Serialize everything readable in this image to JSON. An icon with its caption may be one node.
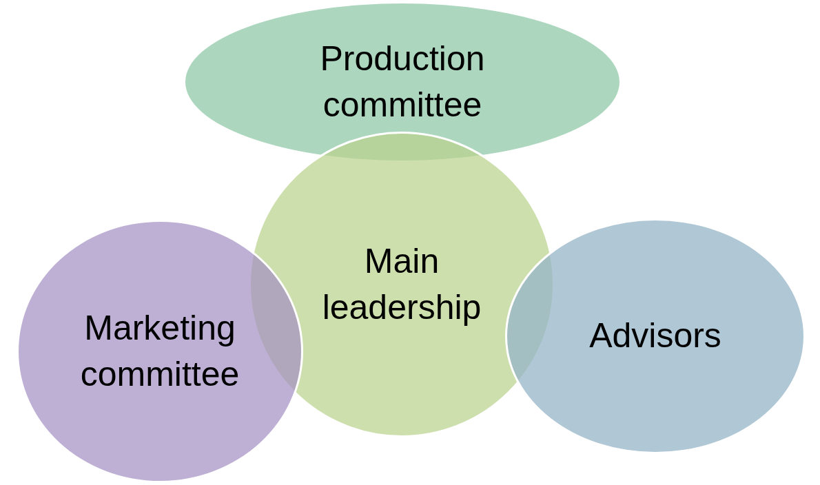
{
  "diagram": {
    "nodes": [
      {
        "text": [
          "Production committee"
        ]
      },
      {
        "text": [
          "Main leadership"
        ]
      },
      {
        "text": [
          "Marketing committee"
        ]
      },
      {
        "text": [
          "Advisors"
        ]
      }
    ],
    "edges": []
  }
}
